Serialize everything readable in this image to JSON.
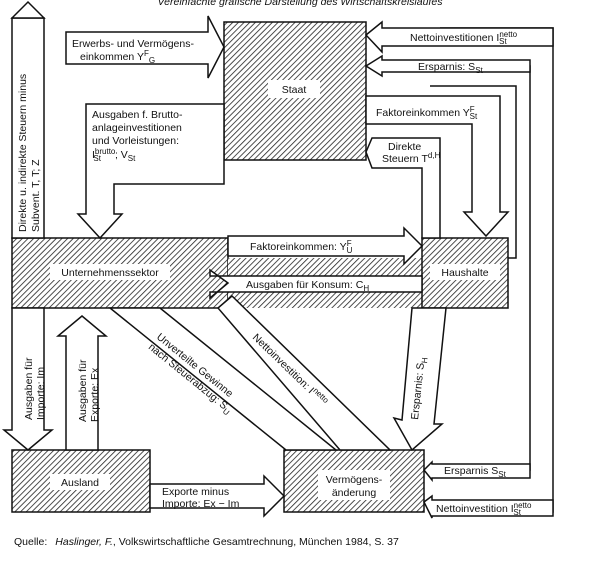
{
  "title": "Vereinfachte grafische Darstellung des Wirtschaftskreislaufes",
  "sectors": {
    "staat": "Staat",
    "unternehmen": "Unternehmenssektor",
    "haushalte": "Haushalte",
    "ausland": "Ausland",
    "vermoegen_1": "Vermögens-",
    "vermoegen_2": "änderung"
  },
  "flows": {
    "erwerbs_1": "Erwerbs- und Vermögens-",
    "erwerbs_2": "einkommen Y",
    "erwerbs_sub": "G",
    "erwerbs_sup": "F",
    "nettoinv_top": "Nettoinvestitionen I",
    "nettoinv_top_sup": "netto",
    "nettoinv_top_sub": "St",
    "ersparnis_top": "Ersparnis: S",
    "ersparnis_top_sub": "St",
    "faktor_top": "Faktoreinkommen Y",
    "faktor_top_sup": "F",
    "faktor_top_sub": "St",
    "direkte_1": "Direkte",
    "direkte_2": "Steuern T",
    "direkte_2_sup": "d,H",
    "ausgaben_1": "Ausgaben f. Brutto-",
    "ausgaben_2": "anlageinvestitionen",
    "ausgaben_3": "und Vorleistungen:",
    "ausgaben_4": "I",
    "ausgaben_4_sup": "brutto",
    "ausgaben_4_sub": "St",
    "ausgaben_4_tail": "; V",
    "ausgaben_4_tail_sub": "St",
    "steuern_v1": "Direkte u. indirekte Steuern minus",
    "steuern_v2": "Subvent. T",
    "steuern_v2_tail": ", T",
    "steuern_v2_end": "; Z",
    "faktor_mid": "Faktoreinkommen: Y",
    "faktor_mid_sup": "F",
    "faktor_mid_sub": "U",
    "konsum": "Ausgaben für Konsum: C",
    "konsum_sub": "H",
    "importe_1": "Ausgaben für",
    "importe_2": "Importe: Im",
    "exporte_1": "Ausgaben für",
    "exporte_2": "Exporte: Ex",
    "gewinne_1": "Unverteilte Gewinne",
    "gewinne_2": "nach Steuerabzug: S",
    "gewinne_2_sub": "U",
    "nettoinv_diag": "Nettoinvestition: I",
    "nettoinv_diag_sup": "netto",
    "ersparnis_diag": "Ersparnis: S",
    "ersparnis_diag_sub": "H",
    "ersparnis_bottom": "Ersparnis S",
    "ersparnis_bottom_sub": "St",
    "exporte_minus_1": "Exporte minus",
    "exporte_minus_2": "Importe: Ex − Im",
    "nettoinv_bottom": "Nettoinvestition I",
    "nettoinv_bottom_sup": "netto",
    "nettoinv_bottom_sub": "St"
  },
  "source": {
    "prefix": "Quelle:",
    "author": "Haslinger, F.",
    "rest": ", Volkswirtschaftliche Gesamtrechnung, München 1984, S. 37"
  }
}
